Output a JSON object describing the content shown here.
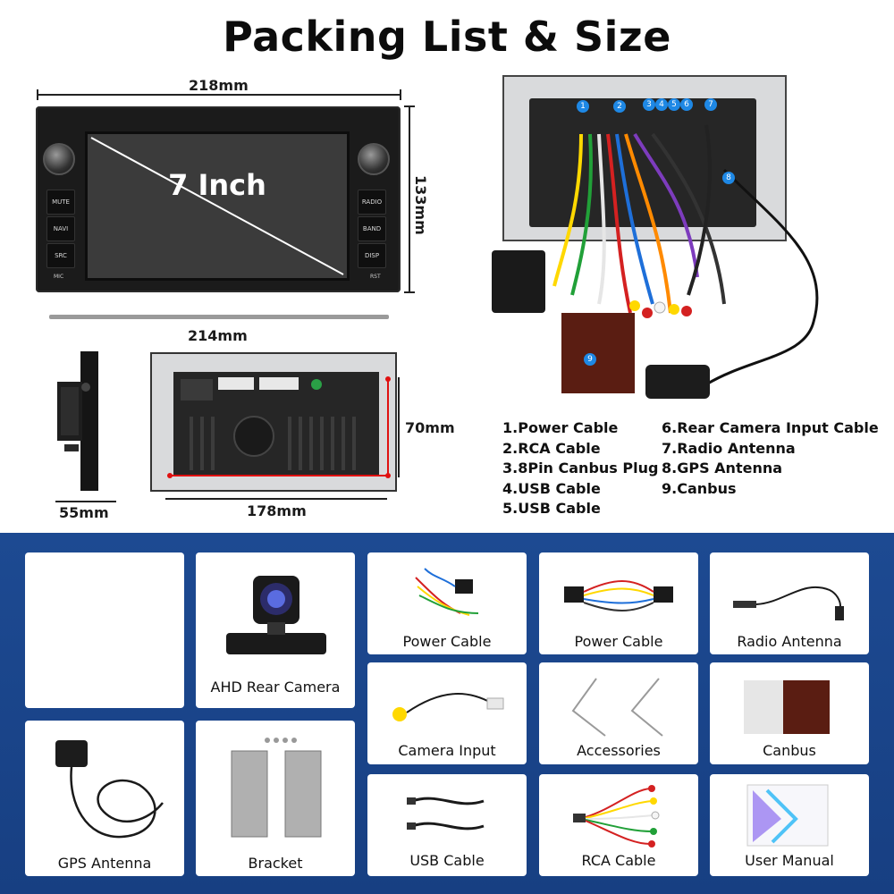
{
  "title": "Packing List & Size",
  "dimensions": {
    "front_width": "218mm",
    "front_height": "133mm",
    "front_lower_width": "214mm",
    "depth": "55mm",
    "back_width": "178mm",
    "back_height": "70mm"
  },
  "front_panel": {
    "screen_text": "7 Inch",
    "left_buttons": [
      "MUTE",
      "NAVI",
      "SRC"
    ],
    "right_buttons": [
      "RADIO",
      "BAND",
      "DISP"
    ],
    "left_small": "MIC",
    "right_small": "RST"
  },
  "cable_numbers": [
    "1",
    "2",
    "3",
    "4",
    "5",
    "6",
    "7",
    "8",
    "9"
  ],
  "legend_left": [
    "1.Power Cable",
    "2.RCA Cable",
    "3.8Pin Canbus Plug",
    "4.USB Cable",
    "5.USB Cable"
  ],
  "legend_right": [
    "6.Rear Camera Input Cable",
    "7.Radio Antenna",
    "8.GPS Antenna",
    "9.Canbus"
  ],
  "cards": [
    {
      "label": ""
    },
    {
      "label": "AHD Rear Camera"
    },
    {
      "label": "Power Cable"
    },
    {
      "label": "Power Cable"
    },
    {
      "label": "Radio Antenna"
    },
    {
      "label": "Camera Input"
    },
    {
      "label": "Accessories"
    },
    {
      "label": "Canbus"
    },
    {
      "label": "GPS Antenna"
    },
    {
      "label": "Bracket"
    },
    {
      "label": "USB Cable"
    },
    {
      "label": "RCA Cable"
    },
    {
      "label": "User Manual"
    }
  ],
  "colors": {
    "section_blue": "#1d4a92",
    "badge_blue": "#1e88e5",
    "dim_line": "#e01010"
  }
}
